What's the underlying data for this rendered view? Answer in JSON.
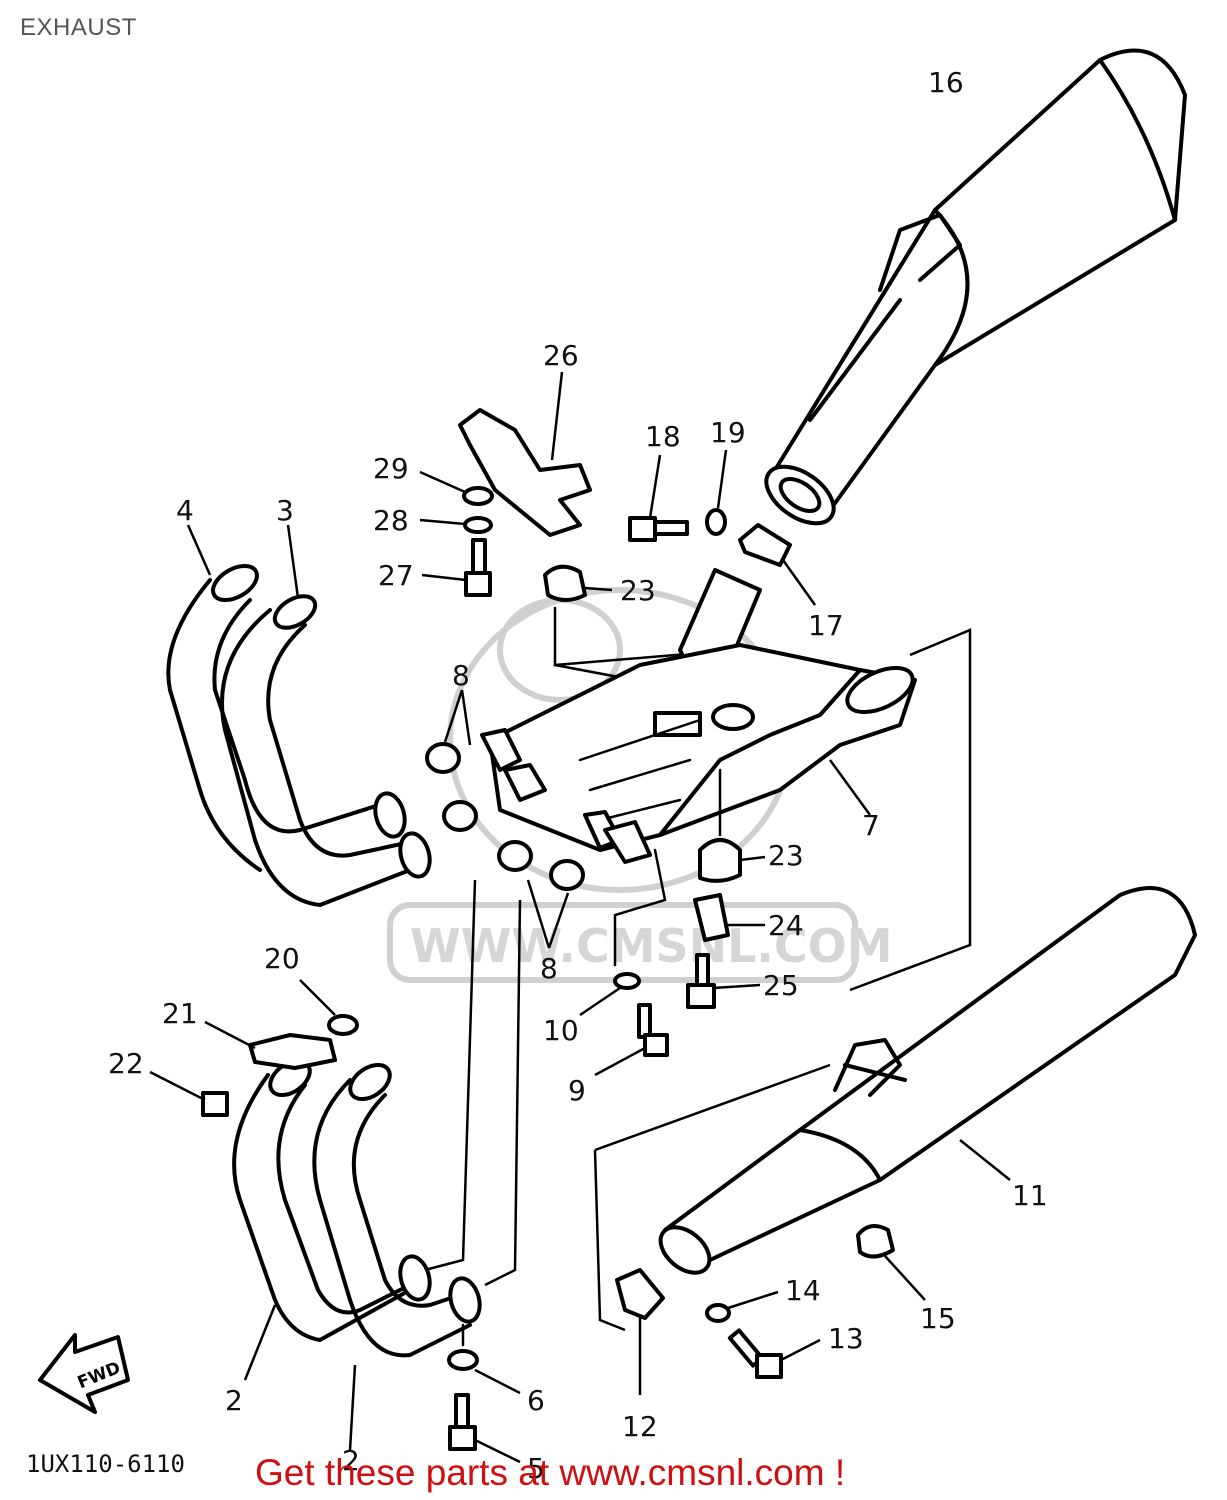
{
  "title": "EXHAUST",
  "diagram_code": "1UX110-6110",
  "watermark_text": "WWW.CMSNL.COM",
  "forward_label": "FWD",
  "promo_text": "Get these parts at www.cmsnl.com !",
  "callouts": [
    "2",
    "2",
    "3",
    "4",
    "5",
    "6",
    "7",
    "8",
    "8",
    "9",
    "10",
    "11",
    "12",
    "13",
    "14",
    "15",
    "16",
    "17",
    "18",
    "19",
    "20",
    "21",
    "22",
    "23",
    "23",
    "24",
    "25",
    "26",
    "27",
    "28",
    "29"
  ],
  "colors": {
    "line_art": "#000000",
    "promo": "#d01010",
    "watermark": "#d0d0d0",
    "title": "#555555"
  }
}
